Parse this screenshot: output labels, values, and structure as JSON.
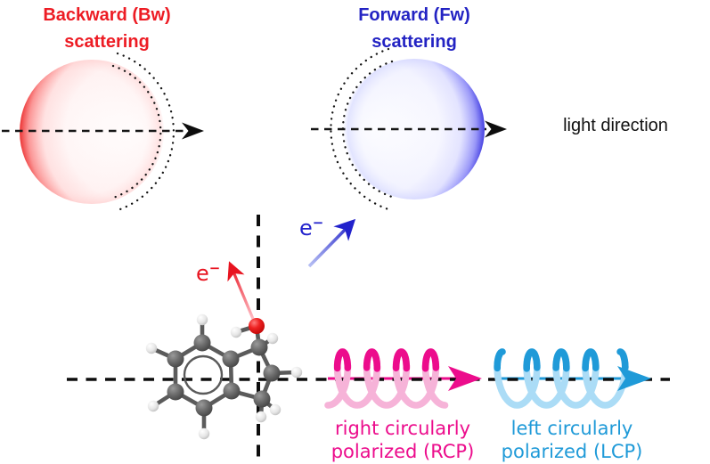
{
  "figure": {
    "backward": {
      "title_line1": "Backward (Bw)",
      "title_line2": "scattering"
    },
    "forward": {
      "title_line1": "Forward (Fw)",
      "title_line2": "scattering"
    },
    "light_direction_label": "light direction",
    "electron_red": {
      "symbol": "e",
      "charge": "−"
    },
    "electron_blue": {
      "symbol": "e",
      "charge": "−"
    },
    "rcp": {
      "label_line1": "right circularly",
      "label_line2": "polarized (RCP)"
    },
    "lcp": {
      "label_line1": "left circularly",
      "label_line2": "polarized (LCP)"
    }
  },
  "colors": {
    "backward_red": "#ed1c24",
    "forward_blue": "#2323c3",
    "label_black": "#111111",
    "electron_red": "#e81420",
    "electron_blue": "#2222cc",
    "rcp_magenta": "#ec0c8c",
    "rcp_pink_light": "#f6b3d8",
    "lcp_cyan": "#1f9ad8",
    "lcp_cyan_light": "#abdcf6"
  }
}
